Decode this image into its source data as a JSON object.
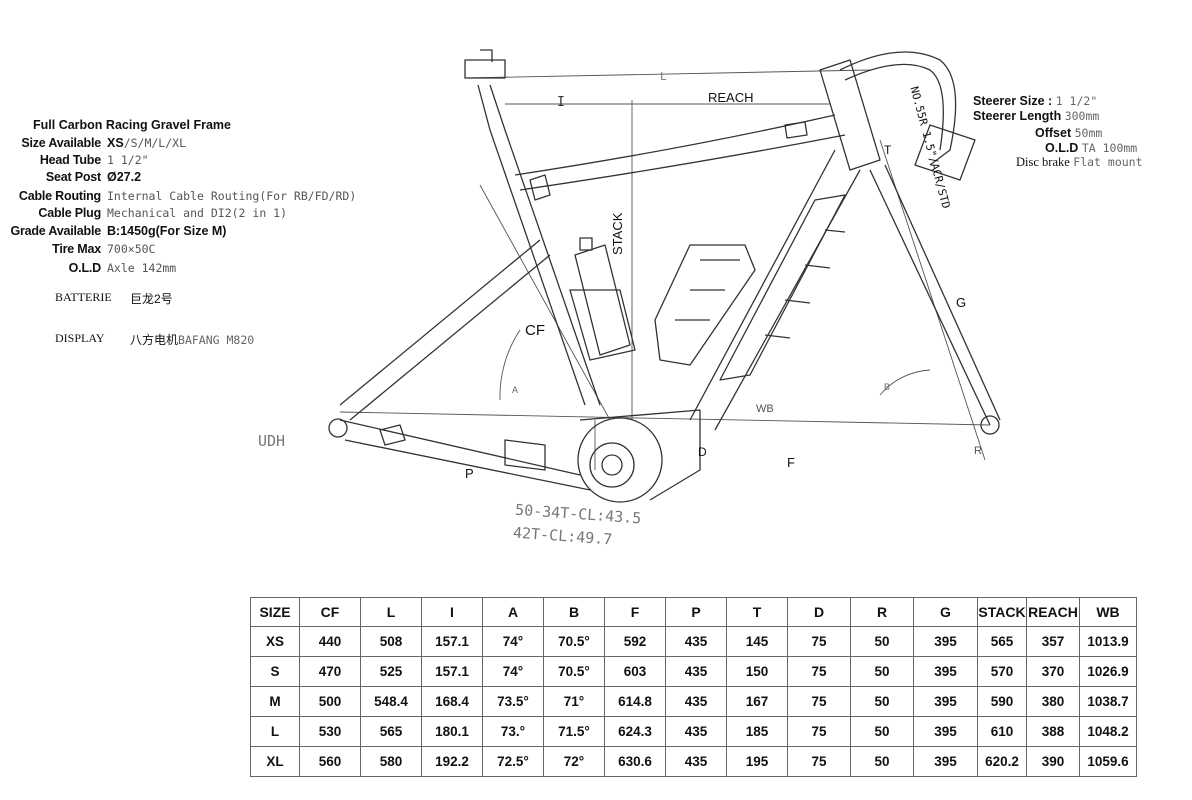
{
  "specs": {
    "title": "Full Carbon Racing Gravel Frame",
    "rows": [
      {
        "label": "Size Available",
        "value_bold": "XS",
        "value": "/S/M/L/XL"
      },
      {
        "label": "Head Tube",
        "value_bold": "",
        "value": "1 1/2\""
      },
      {
        "label": "Seat Post",
        "value_bold": "Ø27.2",
        "value": ""
      },
      {
        "label": "Cable Routing",
        "value_bold": "",
        "value": "Internal Cable Routing(For RB/FD/RD)"
      },
      {
        "label": "Cable Plug",
        "value_bold": "",
        "value": "Mechanical and DI2(2 in 1)"
      },
      {
        "label": "Grade Available",
        "value_bold": "B:1450g(For Size M)",
        "value": ""
      },
      {
        "label": "Tire Max",
        "value_bold": "",
        "value": "700×50C"
      },
      {
        "label": "O.L.D",
        "value_bold": "",
        "value": "Axle 142mm"
      }
    ],
    "battery_label": "BATTERIE",
    "battery_value": "巨龙2号",
    "display_label": "DISPLAY",
    "display_value_cn": "八方电机",
    "display_value": "BAFANG  M820"
  },
  "right_specs": {
    "steerer_size_label": "Steerer Size :",
    "steerer_size_value": "1 1/2\"",
    "steerer_length_label": "Steerer Length",
    "steerer_length_value": "300mm",
    "offset_label": "Offset",
    "offset_value": "50mm",
    "old_label": "O.L.D",
    "old_value": "TA 100mm",
    "disc_label": "Disc brake",
    "disc_value": "Flat mount"
  },
  "diagram_labels": {
    "reach": "REACH",
    "stack": "STACK",
    "l": "L",
    "i": "I",
    "cf": "CF",
    "t": "T",
    "g": "G",
    "wb": "WB",
    "p": "P",
    "f": "F",
    "d": "D",
    "r": "R",
    "a": "A",
    "b": "B",
    "udh": "UDH",
    "fork_text": "NO.55R 1.5\"/ACR/STD",
    "chainring_1": "50-34T-CL:43.5",
    "chainring_2": "42T-CL:49.7"
  },
  "geometry_table": {
    "headers": [
      "SIZE",
      "CF",
      "L",
      "I",
      "A",
      "B",
      "F",
      "P",
      "T",
      "D",
      "R",
      "G",
      "STACK",
      "REACH",
      "WB"
    ],
    "rows": [
      [
        "XS",
        "440",
        "508",
        "157.1",
        "74°",
        "70.5°",
        "592",
        "435",
        "145",
        "75",
        "50",
        "395",
        "565",
        "357",
        "1013.9"
      ],
      [
        "S",
        "470",
        "525",
        "157.1",
        "74°",
        "70.5°",
        "603",
        "435",
        "150",
        "75",
        "50",
        "395",
        "570",
        "370",
        "1026.9"
      ],
      [
        "M",
        "500",
        "548.4",
        "168.4",
        "73.5°",
        "71°",
        "614.8",
        "435",
        "167",
        "75",
        "50",
        "395",
        "590",
        "380",
        "1038.7"
      ],
      [
        "L",
        "530",
        "565",
        "180.1",
        "73.°",
        "71.5°",
        "624.3",
        "435",
        "185",
        "75",
        "50",
        "395",
        "610",
        "388",
        "1048.2"
      ],
      [
        "XL",
        "560",
        "580",
        "192.2",
        "72.5°",
        "72°",
        "630.6",
        "435",
        "195",
        "75",
        "50",
        "395",
        "620.2",
        "390",
        "1059.6"
      ]
    ]
  }
}
